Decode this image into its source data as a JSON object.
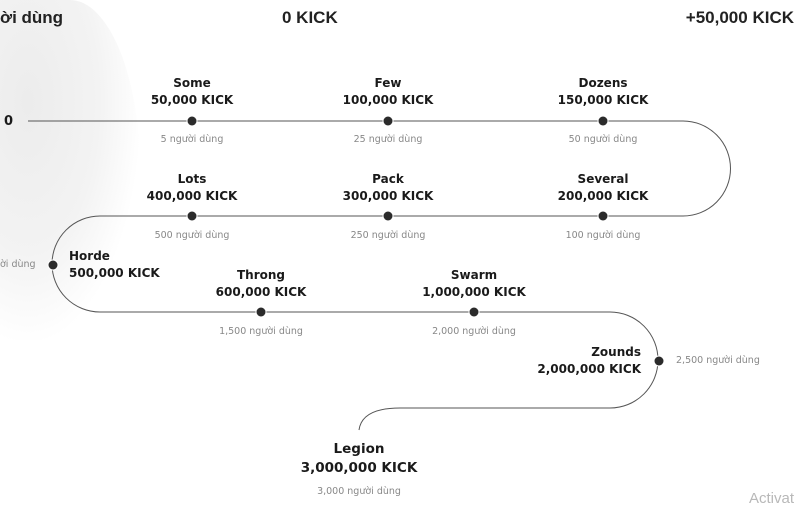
{
  "header": {
    "users_col": "ời dùng",
    "current_col": "0 KICK",
    "bonus_col": "+50,000 KICK"
  },
  "start_label": "0",
  "left_cut_users": "ời dùng",
  "milestones": [
    {
      "name": "Some",
      "amount": "50,000 KICK",
      "users": "5 người dùng"
    },
    {
      "name": "Few",
      "amount": "100,000 KICK",
      "users": "25 người dùng"
    },
    {
      "name": "Dozens",
      "amount": "150,000 KICK",
      "users": "50 người dùng"
    },
    {
      "name": "Several",
      "amount": "200,000 KICK",
      "users": "100 người dùng"
    },
    {
      "name": "Pack",
      "amount": "300,000 KICK",
      "users": "250 người dùng"
    },
    {
      "name": "Lots",
      "amount": "400,000 KICK",
      "users": "500 người dùng"
    },
    {
      "name": "Horde",
      "amount": "500,000 KICK"
    },
    {
      "name": "Throng",
      "amount": "600,000 KICK",
      "users": "1,500 người dùng"
    },
    {
      "name": "Swarm",
      "amount": "1,000,000 KICK",
      "users": "2,000 người dùng"
    },
    {
      "name": "Zounds",
      "amount": "2,000,000 KICK",
      "users": "2,500 người dùng"
    },
    {
      "name": "Legion",
      "amount": "3,000,000 KICK",
      "users": "3,000 người dùng"
    }
  ],
  "watermark": "Activat",
  "colors": {
    "line": "#555555",
    "dot": "#2b2b2b",
    "muted": "#888888"
  }
}
